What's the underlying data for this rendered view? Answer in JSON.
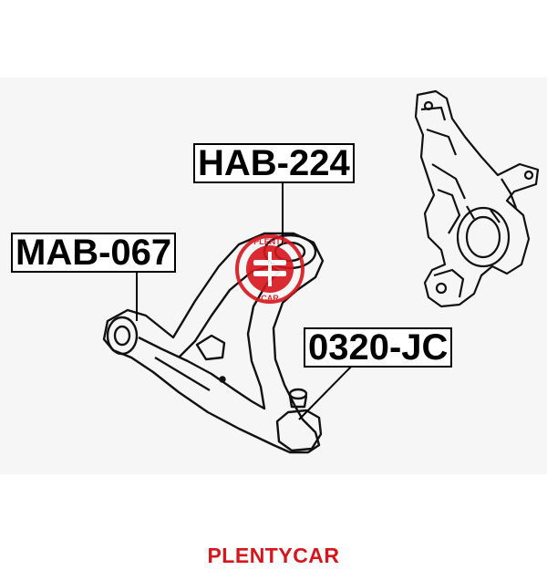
{
  "labels": {
    "upper_bushing": "HAB-224",
    "front_bushing": "MAB-067",
    "ball_joint": "0320-JC"
  },
  "watermark": {
    "text_top": "PLENTY",
    "text_bottom": "CAR",
    "color": "#d6161c"
  },
  "footer": {
    "brand": "PLENTYCAR",
    "color": "#d6161c"
  },
  "colors": {
    "line": "#111111",
    "label_border": "#000000",
    "background_band": "#f6f6f6"
  }
}
